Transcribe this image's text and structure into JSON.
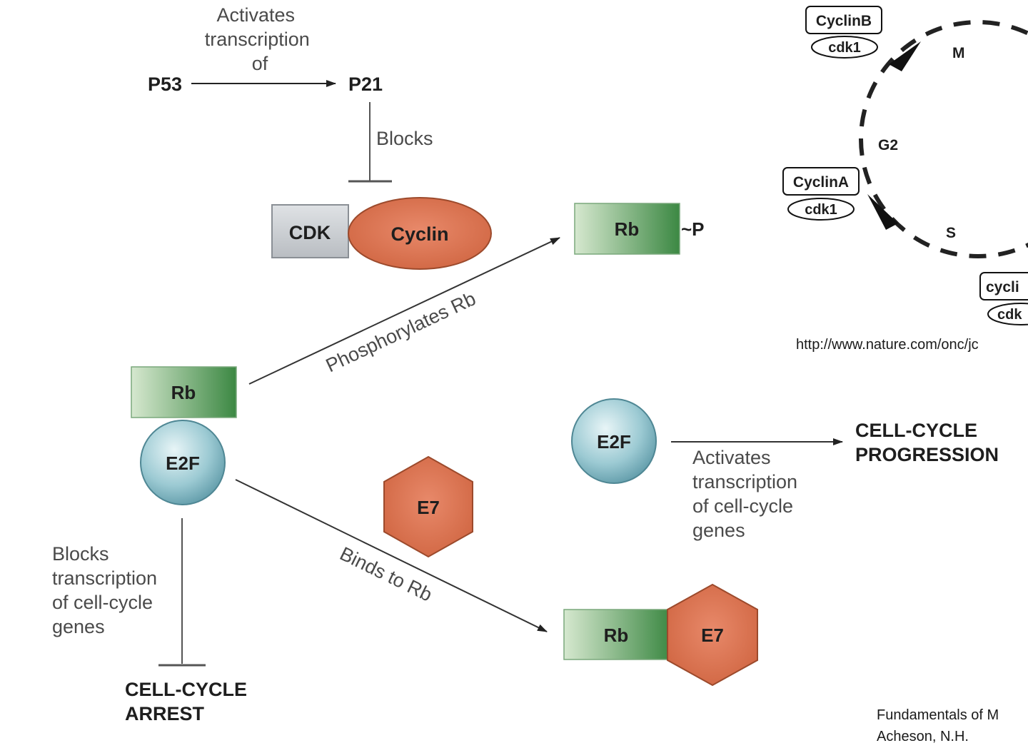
{
  "top_pathway": {
    "p53": "P53",
    "p21": "P21",
    "activates_label": [
      "Activates",
      "transcription",
      "of"
    ],
    "blocks_label": "Blocks"
  },
  "complex": {
    "cdk": "CDK",
    "cyclin": "Cyclin"
  },
  "rb_phospho": {
    "rb": "Rb",
    "phosphate": "~P"
  },
  "arrows": {
    "phosphorylates": "Phosphorylates Rb",
    "binds": "Binds to Rb"
  },
  "left_complex": {
    "rb": "Rb",
    "e2f": "E2F"
  },
  "left_block_label": [
    "Blocks",
    "transcription",
    "of cell-cycle",
    "genes"
  ],
  "arrest": [
    "CELL-CYCLE",
    "ARREST"
  ],
  "free_e2f": "E2F",
  "activates_genes_label": [
    "Activates",
    "transcription",
    "of cell-cycle",
    "genes"
  ],
  "progression": [
    "CELL-CYCLE",
    "PROGRESSION"
  ],
  "e7": "E7",
  "rb_e7": {
    "rb": "Rb",
    "e7": "E7"
  },
  "cycle_inset": {
    "phases": {
      "m": "M",
      "g2": "G2",
      "s": "S"
    },
    "cyclin_b": "CyclinB",
    "cdk1_b": "cdk1",
    "cyclin_a": "CyclinA",
    "cdk1_a": "cdk1",
    "cyclin_partial": "cycli",
    "cdk_partial": "cdk",
    "url": "http://www.nature.com/onc/jc"
  },
  "credit": [
    "Fundamentals of M",
    "Acheson, N.H."
  ],
  "colors": {
    "rb_green_light": "#cfe3c8",
    "rb_green_dark": "#3f8a45",
    "e2f_light": "#d8ecef",
    "e2f_dark": "#6aa3b0",
    "orange": "#d9714a",
    "cdk_gray": "#c9cdd2"
  }
}
